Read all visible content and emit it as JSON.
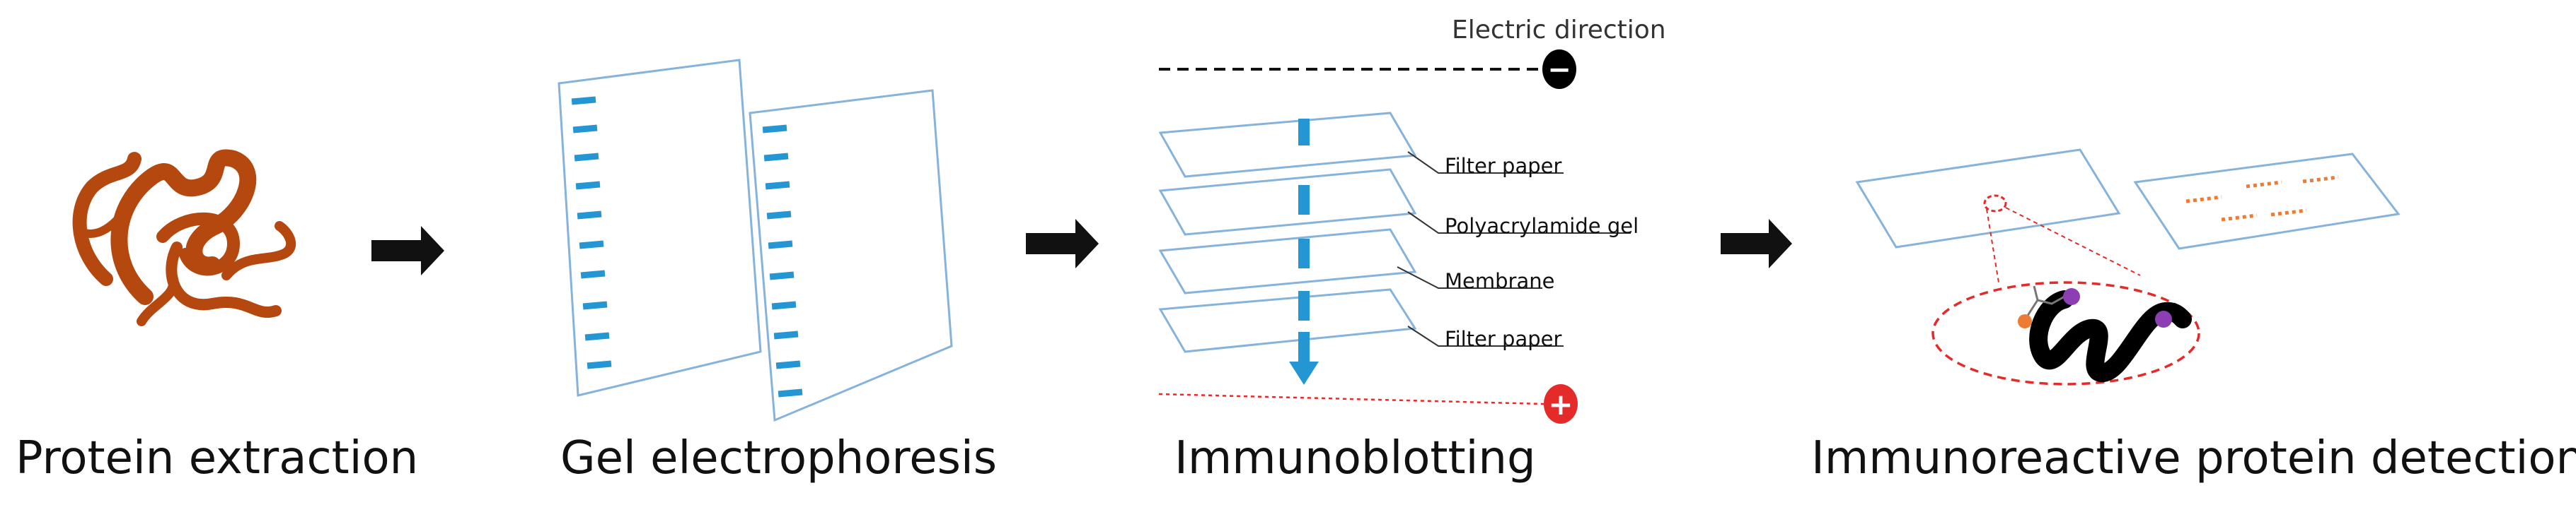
{
  "stages": [
    {
      "label": "Protein extraction"
    },
    {
      "label": "Gel electrophoresis"
    },
    {
      "label": "Immunoblotting"
    },
    {
      "label": "Immunoreactive protein detection"
    }
  ],
  "immunoblot": {
    "direction_label": "Electric direction",
    "negative_symbol": "−",
    "positive_symbol": "+",
    "layers": [
      "Filter paper",
      "Polyacrylamide gel",
      "Membrane",
      "Filter paper"
    ]
  },
  "colors": {
    "protein": "#b5480f",
    "band_blue": "#2596d4",
    "sheet_stroke": "#86b3dc",
    "arrow": "#111111",
    "negative": "#000000",
    "positive": "#e52a2a",
    "detected_band": "#ee7b33",
    "ligand": "#8b3fb3"
  },
  "icons": [
    "protein-squiggle-icon",
    "right-arrow-icon",
    "negative-pole-icon",
    "positive-pole-icon",
    "antibody-binding-icon"
  ]
}
